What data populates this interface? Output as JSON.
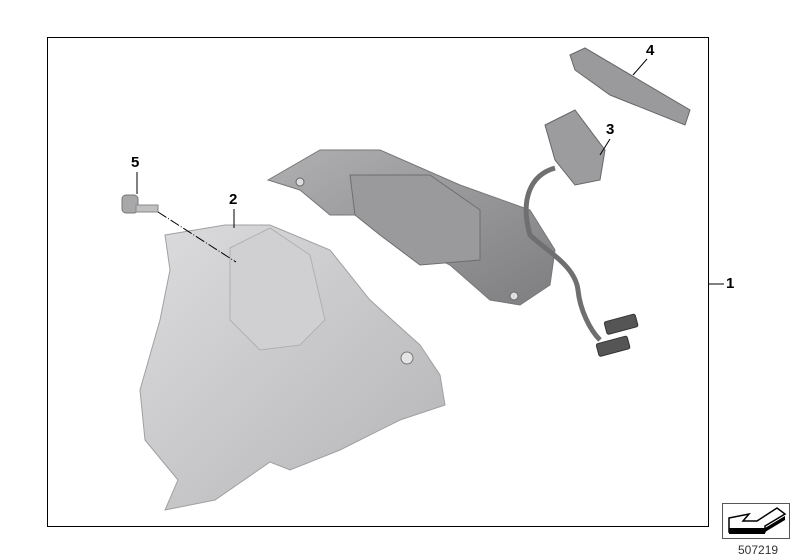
{
  "callouts": {
    "c1": "1",
    "c2": "2",
    "c3": "3",
    "c4": "4",
    "c5": "5"
  },
  "diagram_id": "507219",
  "colors": {
    "part": "#c8c8ca",
    "part_dark": "#8e8e90",
    "line": "#000000"
  }
}
